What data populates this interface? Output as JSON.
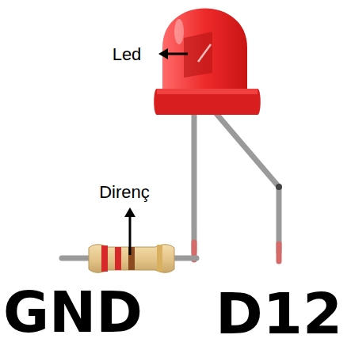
{
  "diagram": {
    "labels": [
      "Led",
      "Direnç",
      "GND",
      "D12"
    ]
  }
}
